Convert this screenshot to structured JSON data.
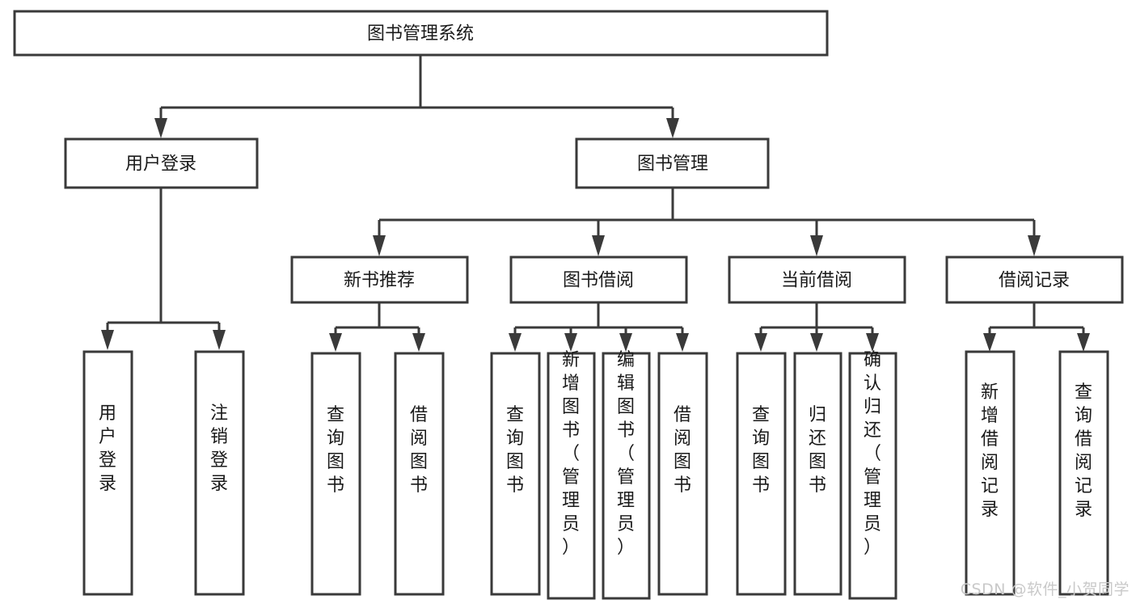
{
  "diagram": {
    "type": "tree",
    "title": "图书管理系统",
    "orientation": "top-down",
    "style": {
      "box_fill": "#ffffff",
      "box_stroke": "#3a3a3a",
      "text_color": "#1a1a1a",
      "background": "#ffffff",
      "watermark_color": "#c9c9c9"
    },
    "root": {
      "label": "图书管理系统",
      "text_orientation": "horizontal"
    },
    "level2": [
      {
        "label": "用户登录",
        "text_orientation": "horizontal"
      },
      {
        "label": "图书管理",
        "text_orientation": "horizontal"
      }
    ],
    "level3": [
      {
        "label": "新书推荐",
        "text_orientation": "horizontal"
      },
      {
        "label": "图书借阅",
        "text_orientation": "horizontal"
      },
      {
        "label": "当前借阅",
        "text_orientation": "horizontal"
      },
      {
        "label": "借阅记录",
        "text_orientation": "horizontal"
      }
    ],
    "leaves": {
      "user_login": [
        {
          "label": "用户登录",
          "text_orientation": "vertical"
        },
        {
          "label": "注销登录",
          "text_orientation": "vertical"
        }
      ],
      "new_book_recommend": [
        {
          "label": "查询图书",
          "text_orientation": "vertical"
        },
        {
          "label": "借阅图书",
          "text_orientation": "vertical"
        }
      ],
      "book_borrow": [
        {
          "label": "查询图书",
          "text_orientation": "vertical"
        },
        {
          "label": "新增图书（管理员）",
          "text_orientation": "vertical"
        },
        {
          "label": "编辑图书（管理员）",
          "text_orientation": "vertical"
        },
        {
          "label": "借阅图书",
          "text_orientation": "vertical"
        }
      ],
      "current_borrow": [
        {
          "label": "查询图书",
          "text_orientation": "vertical"
        },
        {
          "label": "归还图书",
          "text_orientation": "vertical"
        },
        {
          "label": "确认归还（管理员）",
          "text_orientation": "vertical"
        }
      ],
      "borrow_record": [
        {
          "label": "新增借阅记录",
          "text_orientation": "vertical"
        },
        {
          "label": "查询借阅记录",
          "text_orientation": "vertical"
        }
      ]
    }
  },
  "watermark": {
    "text": "CSDN @软件_小贺同学"
  }
}
